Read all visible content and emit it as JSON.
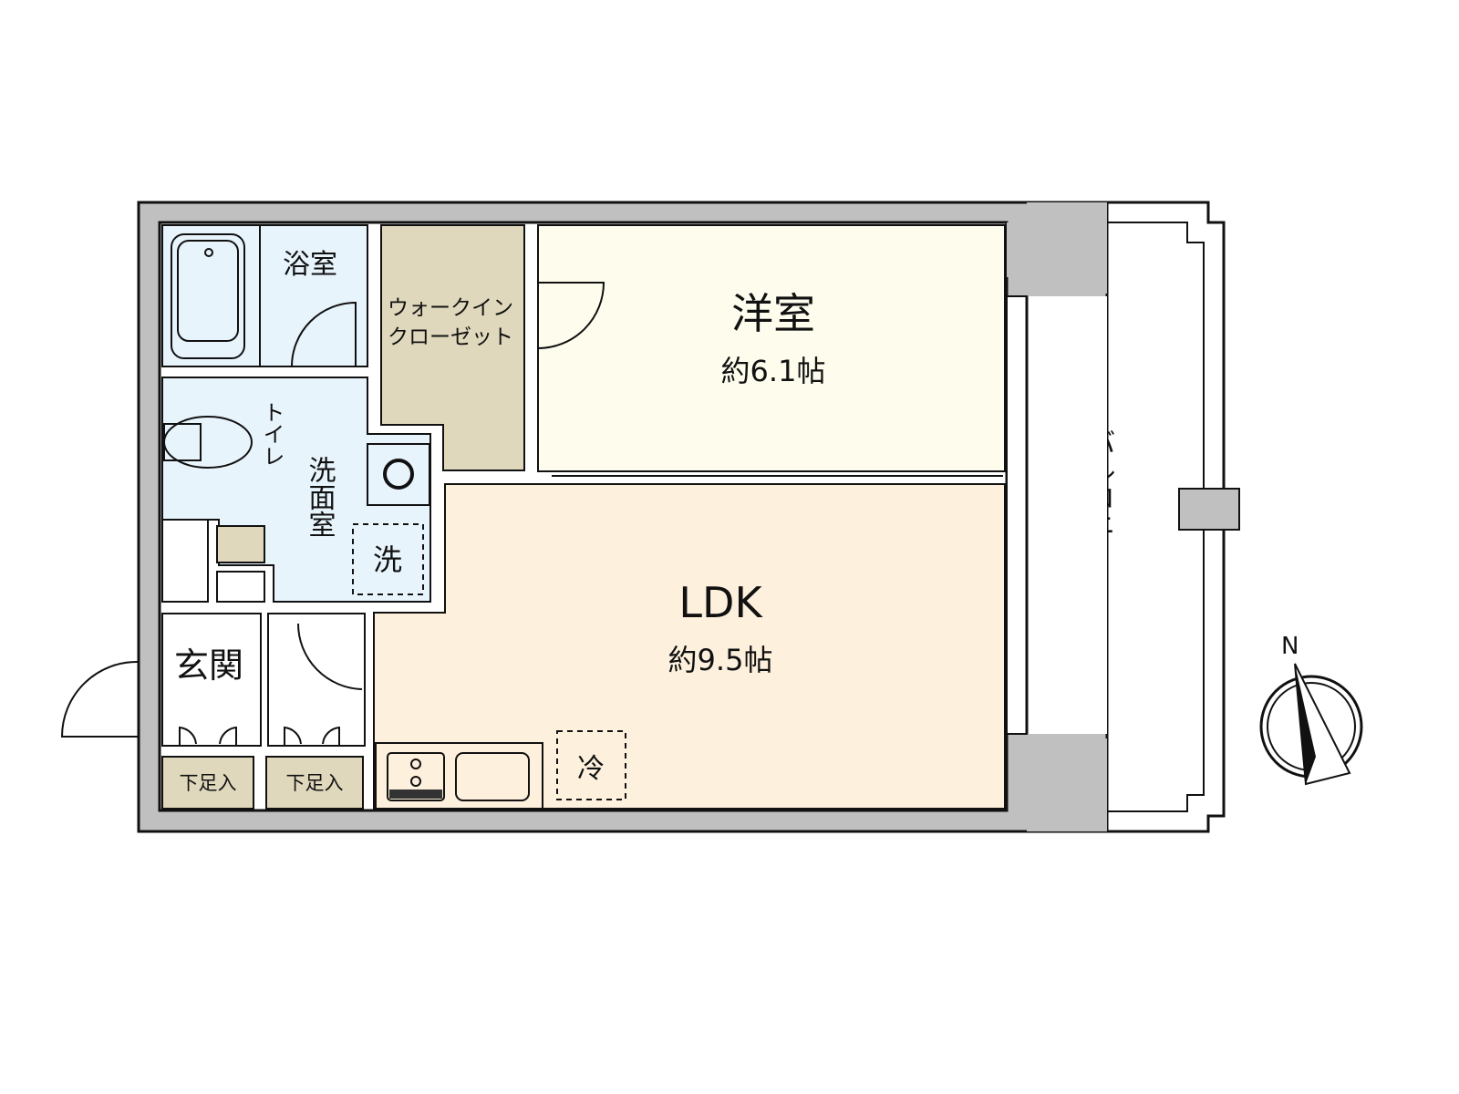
{
  "rooms": {
    "bath": "浴室",
    "wic_line1": "ウォークイン",
    "wic_line2": "クローゼット",
    "western_name": "洋室",
    "western_size": "約6.1帖",
    "toilet": "トイレ",
    "washroom": "洗面室",
    "washer": "洗",
    "ldk_name": "LDK",
    "ldk_size": "約9.5帖",
    "fridge": "冷",
    "entrance": "玄関",
    "shoe1": "下足入",
    "shoe2": "下足入",
    "balcony": "バルコニー"
  },
  "compass": {
    "label": "N"
  },
  "colors": {
    "wall": "#c0c0c0",
    "wet": "#e8f4fc",
    "closet": "#e0d8bc",
    "western": "#fdfced",
    "ldk": "#fdf0dc"
  }
}
